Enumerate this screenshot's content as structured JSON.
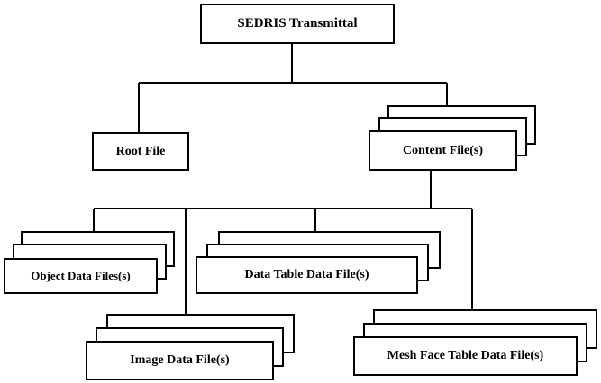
{
  "nodes": {
    "transmittal": {
      "label": "SEDRIS Transmittal"
    },
    "root": {
      "label": "Root File"
    },
    "content": {
      "label": "Content File(s)"
    },
    "object": {
      "label": "Object Data Files(s)"
    },
    "datatable": {
      "label": "Data Table Data File(s)"
    },
    "image": {
      "label": "Image Data File(s)"
    },
    "meshface": {
      "label": "Mesh Face Table Data File(s)"
    }
  },
  "stack_depth": {
    "transmittal": 1,
    "root": 1,
    "content": 3,
    "object": 3,
    "datatable": 3,
    "image": 3,
    "meshface": 3
  },
  "colors": {
    "line": "#000000",
    "box_fill": "#ffffff",
    "text": "#000000"
  }
}
